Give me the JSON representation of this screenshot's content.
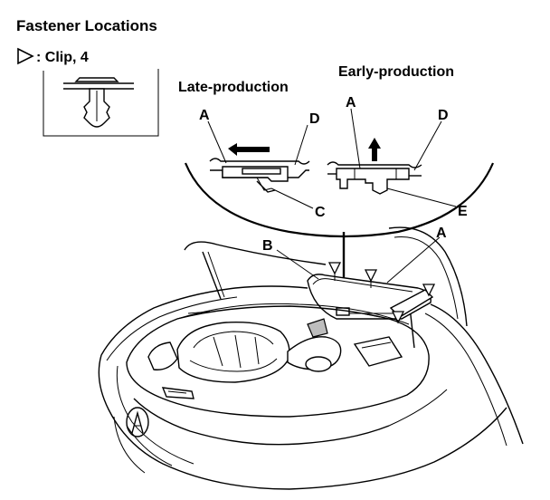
{
  "title": "Fastener Locations",
  "clip_legend": {
    "symbol_icon": "triangle-outline-icon",
    "text": ": Clip, 4"
  },
  "late_production": {
    "heading": "Late-production",
    "labels": {
      "a": "A",
      "c": "C",
      "d": "D"
    }
  },
  "early_production": {
    "heading": "Early-production",
    "labels": {
      "a": "A",
      "d": "D",
      "e": "E"
    }
  },
  "main_view": {
    "labels": {
      "a": "A",
      "b": "B"
    }
  }
}
